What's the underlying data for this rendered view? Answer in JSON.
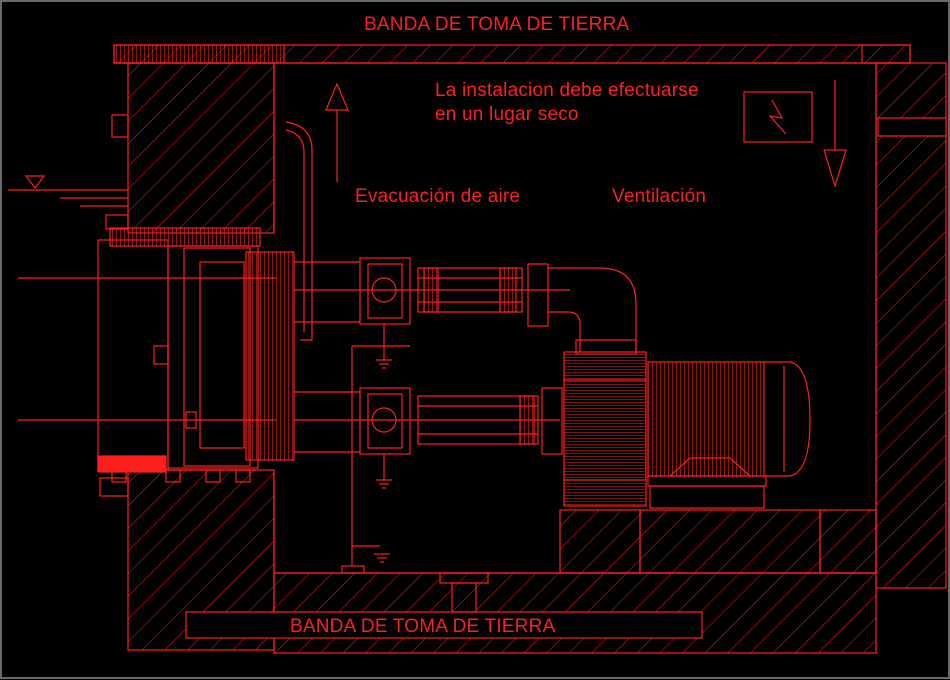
{
  "labels": {
    "earth_strip_top": "BANDA DE TOMA DE TIERRA",
    "earth_strip_bottom": "BANDA DE TOMA DE TIERRA",
    "note_line1": "La instalacion debe efectuarse",
    "note_line2": "en un lugar seco",
    "air_evacuation": "Evacuación de aire",
    "ventilation": "Ventilación"
  },
  "colors": {
    "background": "#000000",
    "line": "#ff1f1f",
    "fill": "#ff1f1f"
  }
}
